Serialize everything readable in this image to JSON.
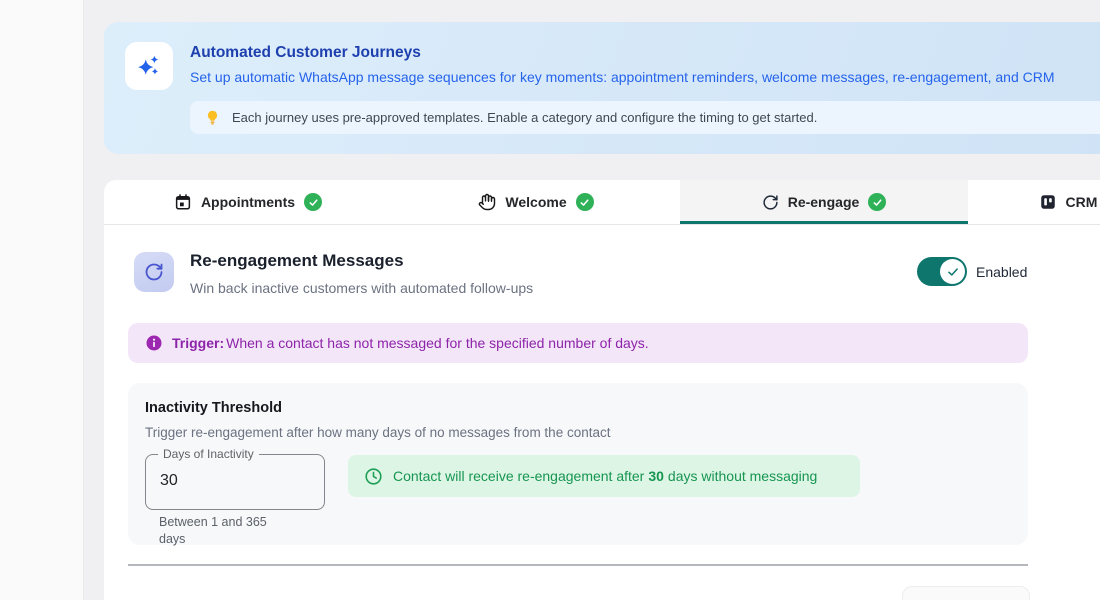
{
  "banner": {
    "title": "Automated Customer Journeys",
    "subtitle": "Set up automatic WhatsApp message sequences for key moments: appointment reminders, welcome messages, re-engagement, and CRM",
    "tip": "Each journey uses pre-approved templates. Enable a category and configure the timing to get started."
  },
  "tabs": [
    {
      "label": "Appointments",
      "icon": "calendar-icon",
      "complete": true,
      "active": false
    },
    {
      "label": "Welcome",
      "icon": "wave-icon",
      "complete": true,
      "active": false
    },
    {
      "label": "Re-engage",
      "icon": "refresh-icon",
      "complete": true,
      "active": true
    },
    {
      "label": "CRM",
      "icon": "kanban-icon",
      "complete": false,
      "active": false
    }
  ],
  "panel": {
    "title": "Re-engagement Messages",
    "subtitle": "Win back inactive customers with automated follow-ups",
    "toggle_label": "Enabled",
    "toggle_on": true
  },
  "trigger": {
    "label": "Trigger:",
    "text": "When a contact has not messaged for the specified number of days."
  },
  "threshold": {
    "title": "Inactivity Threshold",
    "description": "Trigger re-engagement after how many days of no messages from the contact",
    "input_label": "Days of Inactivity",
    "input_value": "30",
    "helper": "Between 1 and 365 days",
    "summary_prefix": "Contact will receive re-engagement after",
    "summary_days": "30",
    "summary_suffix": "days without messaging"
  },
  "colors": {
    "accent_teal": "#0f766e",
    "title_blue": "#1e40af",
    "link_blue": "#2563eb",
    "trigger_purple": "#8e24aa",
    "summary_green": "#179552",
    "check_green": "#2fb158",
    "bulb_amber": "#fbbf24",
    "icon_indigo": "#4956cf"
  }
}
